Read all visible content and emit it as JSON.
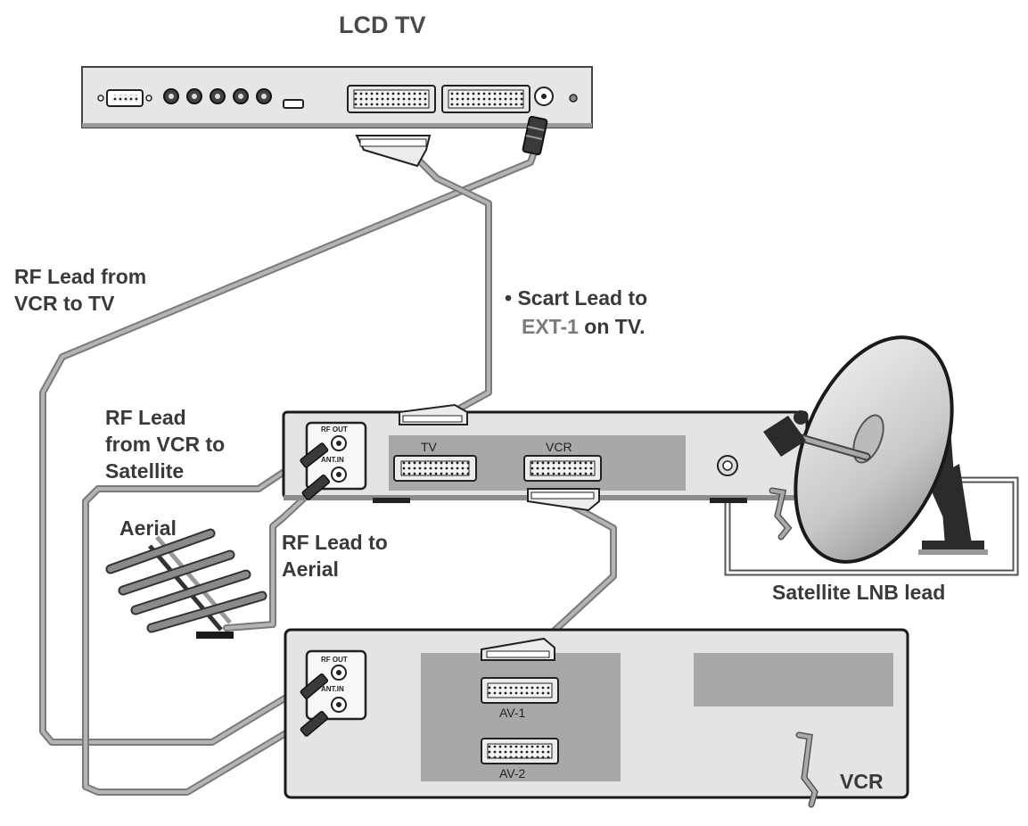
{
  "tv": {
    "title": "LCD TV"
  },
  "labels": {
    "rf_vcr_tv_1": "RF Lead from",
    "rf_vcr_tv_2": "VCR to TV",
    "scart_1": "• Scart Lead to",
    "scart_2a": "EXT-1",
    "scart_2b": " on TV.",
    "rf_vcr_sat_1": "RF Lead",
    "rf_vcr_sat_2": "from VCR to",
    "rf_vcr_sat_3": "Satellite",
    "aerial": "Aerial",
    "rf_aerial_1": "RF Lead to",
    "rf_aerial_2": "Aerial",
    "lnb": "Satellite LNB lead"
  },
  "satellite_box": {
    "rf_out": "RF OUT",
    "ant_in": "ANT.IN",
    "scart_tv": "TV",
    "scart_vcr": "VCR"
  },
  "vcr": {
    "name": "VCR",
    "rf_out": "RF OUT",
    "ant_in": "ANT.IN",
    "av1": "AV-1",
    "av2": "AV-2"
  },
  "colors": {
    "panel": "#e4e4e4",
    "panel_dark": "#a8a8a8",
    "cable": "#9a9a9a",
    "highlight_text": "#7c7c7c"
  }
}
